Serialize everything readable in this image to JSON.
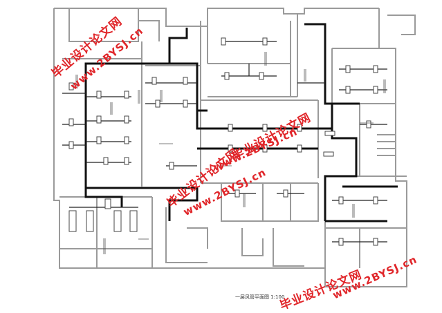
{
  "drawing": {
    "caption": "一层风管平面图  1:100"
  },
  "watermarks": [
    {
      "text": "毕业设计论文网"
    },
    {
      "text": "www.2BYSJ.cn"
    },
    {
      "text": "毕业设计论文网"
    },
    {
      "text": "www.2BYSJ.cn"
    },
    {
      "text": "毕业设计论文网"
    },
    {
      "text": "www.2BYSJ.cn"
    },
    {
      "text": "毕业设计论文网"
    },
    {
      "text": "www.2BYSJ.cn"
    }
  ],
  "colors": {
    "wall": "#9a9a9a",
    "duct": "#111111",
    "outlet": "#444444",
    "watermark": "#e0262a"
  }
}
